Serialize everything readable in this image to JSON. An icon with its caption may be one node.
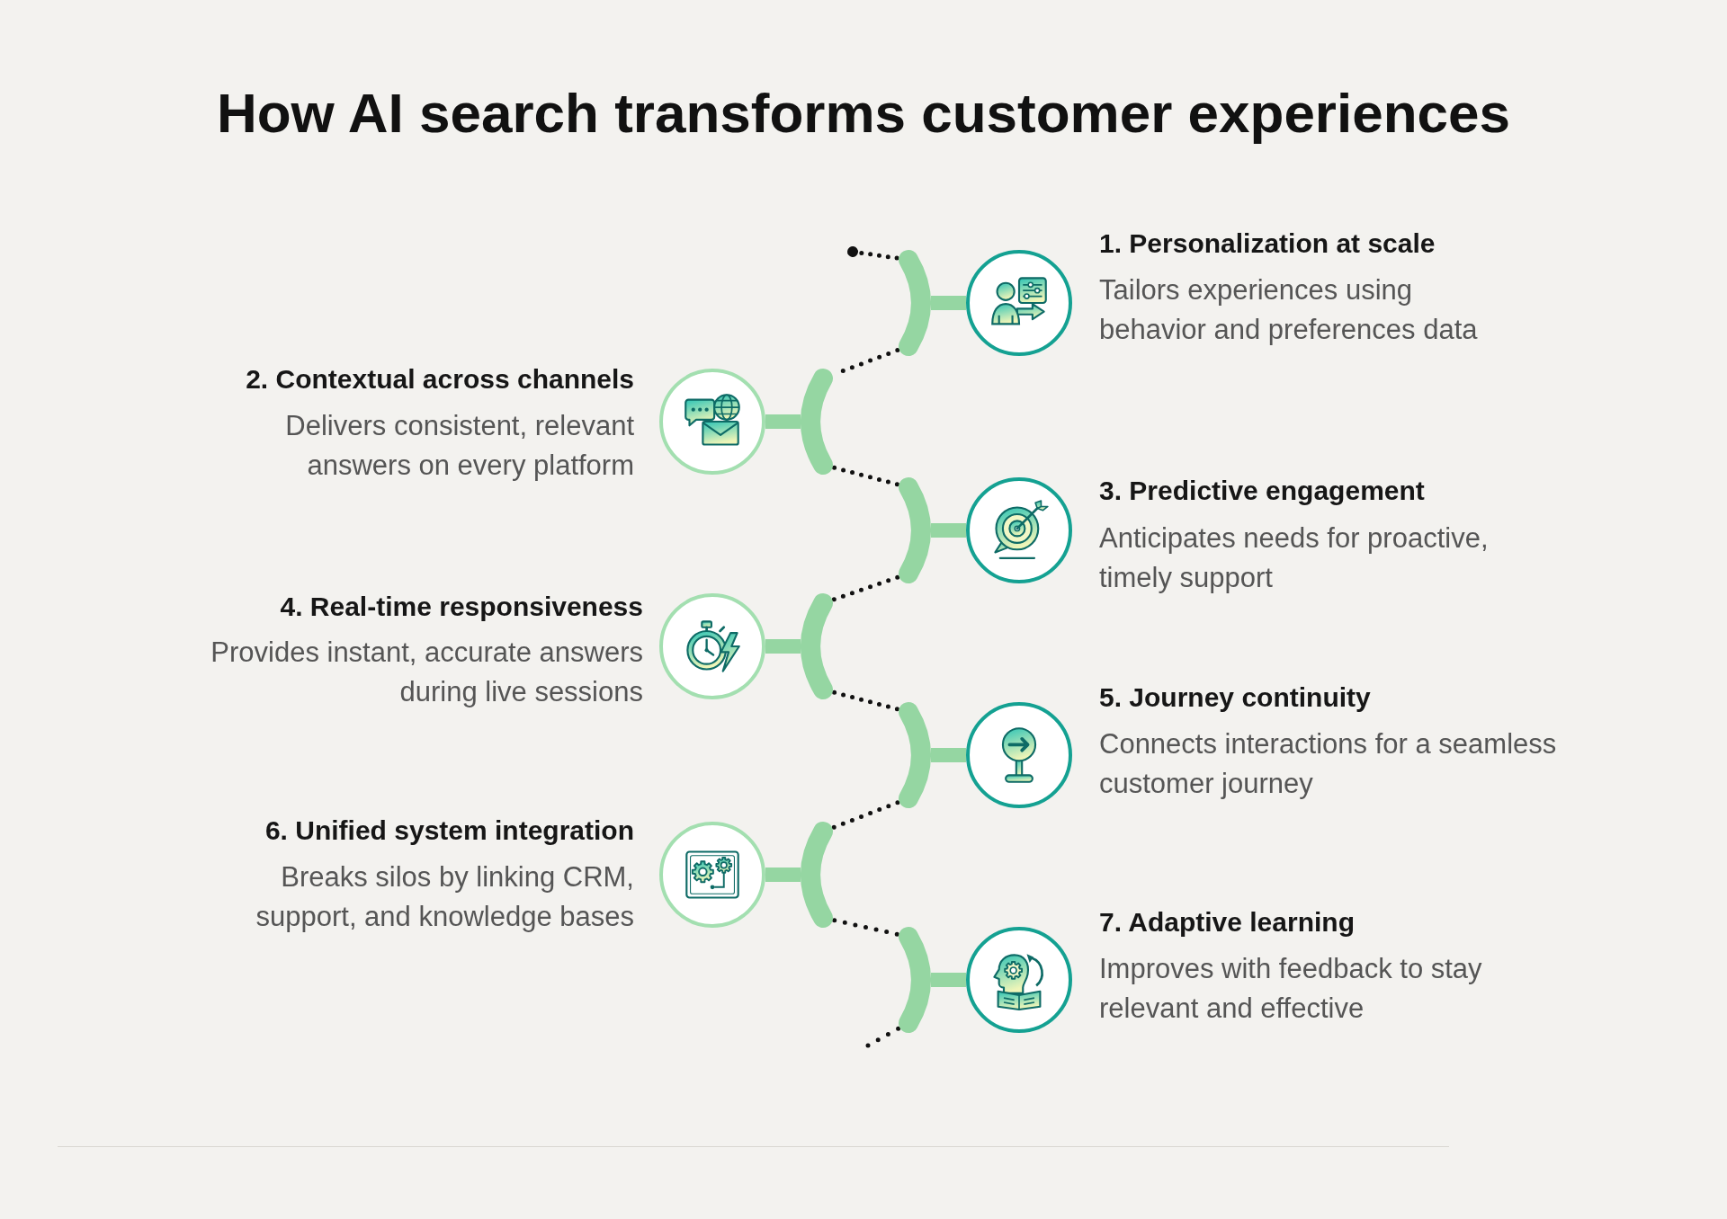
{
  "diagram": {
    "title": "How AI search transforms customer experiences",
    "nodes": [
      {
        "text": [],
        "shape": "circle",
        "beside": [
          "1. Personalization at scale",
          "Tailors experiences using behavior and preferences data"
        ]
      },
      {
        "text": [],
        "shape": "circle",
        "beside": [
          "2. Contextual across channels",
          "Delivers consistent, relevant answers on every platform"
        ]
      },
      {
        "text": [],
        "shape": "circle",
        "beside": [
          "3. Predictive engagement",
          "Anticipates needs for proactive, timely support"
        ]
      },
      {
        "text": [],
        "shape": "circle",
        "beside": [
          "4. Real-time responsiveness",
          "Provides instant, accurate answers during live sessions"
        ]
      },
      {
        "text": [],
        "shape": "circle",
        "beside": [
          "5. Journey continuity",
          "Connects interactions for a seamless customer journey"
        ]
      },
      {
        "text": [],
        "shape": "circle",
        "beside": [
          "6. Unified system integration",
          "Breaks silos by linking CRM, support, and knowledge bases"
        ]
      },
      {
        "text": [],
        "shape": "circle",
        "beside": [
          "7. Adaptive learning",
          "Improves with feedback to stay relevant and effective"
        ]
      },
      {
        "text": [],
        "shape": "bar"
      },
      {
        "text": [],
        "shape": "bar"
      },
      {
        "text": [],
        "shape": "bar"
      },
      {
        "text": [],
        "shape": "bar"
      },
      {
        "text": [],
        "shape": "bar"
      },
      {
        "text": [],
        "shape": "bar"
      },
      {
        "text": [],
        "shape": "bar"
      }
    ],
    "edges": [
      {
        "from": null,
        "to": 7,
        "arrow": "other",
        "style": "dashed"
      },
      {
        "from": 7,
        "to": 8,
        "arrow": "none",
        "style": "dashed"
      },
      {
        "from": 8,
        "to": 9,
        "arrow": "none",
        "style": "dashed"
      },
      {
        "from": 9,
        "to": 10,
        "arrow": "none",
        "style": "dashed"
      },
      {
        "from": 10,
        "to": 11,
        "arrow": "none",
        "style": "dashed"
      },
      {
        "from": 11,
        "to": 12,
        "arrow": "none",
        "style": "dashed"
      },
      {
        "from": 12,
        "to": 13,
        "arrow": "none",
        "style": "dashed"
      },
      {
        "from": 13,
        "to": null,
        "arrow": "none",
        "style": "dashed"
      },
      {
        "from": 7,
        "to": 0,
        "arrow": "none",
        "style": "thick",
        "color": "#95d6a2"
      },
      {
        "from": 8,
        "to": 1,
        "arrow": "none",
        "style": "thick",
        "color": "#95d6a2"
      },
      {
        "from": 9,
        "to": 2,
        "arrow": "none",
        "style": "thick",
        "color": "#95d6a2"
      },
      {
        "from": 10,
        "to": 3,
        "arrow": "none",
        "style": "thick",
        "color": "#95d6a2"
      },
      {
        "from": 11,
        "to": 4,
        "arrow": "none",
        "style": "thick",
        "color": "#95d6a2"
      },
      {
        "from": 12,
        "to": 5,
        "arrow": "none",
        "style": "thick",
        "color": "#95d6a2"
      },
      {
        "from": 13,
        "to": 6,
        "arrow": "none",
        "style": "thick",
        "color": "#95d6a2"
      }
    ]
  }
}
